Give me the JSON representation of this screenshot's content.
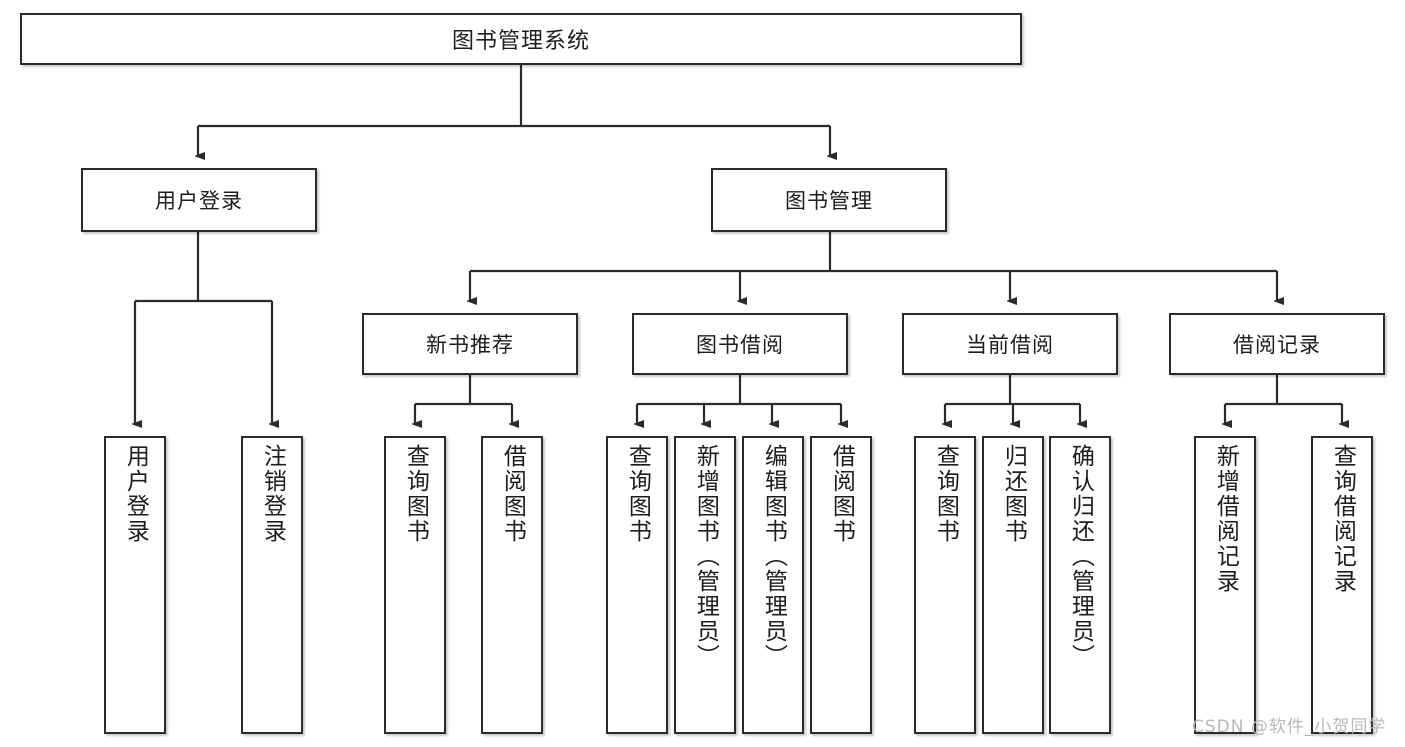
{
  "diagram": {
    "type": "tree",
    "title": "图书管理系统",
    "watermark": "CSDN @软件_小贺同学",
    "root": {
      "label": "图书管理系统"
    },
    "level2": [
      {
        "label": "用户登录"
      },
      {
        "label": "图书管理"
      }
    ],
    "level3": [
      {
        "label": "新书推荐"
      },
      {
        "label": "图书借阅"
      },
      {
        "label": "当前借阅"
      },
      {
        "label": "借阅记录"
      }
    ],
    "leaves": {
      "user_login": [
        {
          "label": "用户登录"
        },
        {
          "label": "注销登录"
        }
      ],
      "new_book": [
        {
          "label": "查询图书"
        },
        {
          "label": "借阅图书"
        }
      ],
      "book_borrow": [
        {
          "label": "查询图书"
        },
        {
          "label": "新增图书（管理员）"
        },
        {
          "label": "编辑图书（管理员）"
        },
        {
          "label": "借阅图书"
        }
      ],
      "current_borrow": [
        {
          "label": "查询图书"
        },
        {
          "label": "归还图书"
        },
        {
          "label": "确认归还（管理员）"
        }
      ],
      "borrow_record": [
        {
          "label": "新增借阅记录"
        },
        {
          "label": "查询借阅记录"
        }
      ]
    },
    "colors": {
      "stroke": "#2b2b2b",
      "fill": "#ffffff",
      "text": "#1d1d1d",
      "watermark": "#b9b9b9"
    }
  }
}
